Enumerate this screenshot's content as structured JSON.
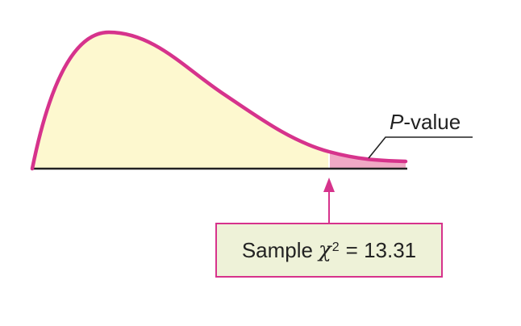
{
  "diagram": {
    "pvalue_label": {
      "italic_part": "P",
      "rest": "-value"
    },
    "sample_box": {
      "prefix": "Sample",
      "symbol": "χ",
      "superscript": "2",
      "equals_value": "= 13.31"
    },
    "colors": {
      "curve": "#d6338c",
      "area_fill": "#fdf8cf",
      "tail_fill": "#f0a9c5",
      "axis": "#222222",
      "box_fill": "#eef2d8",
      "box_border": "#d6338c",
      "arrow": "#d6338c"
    }
  }
}
